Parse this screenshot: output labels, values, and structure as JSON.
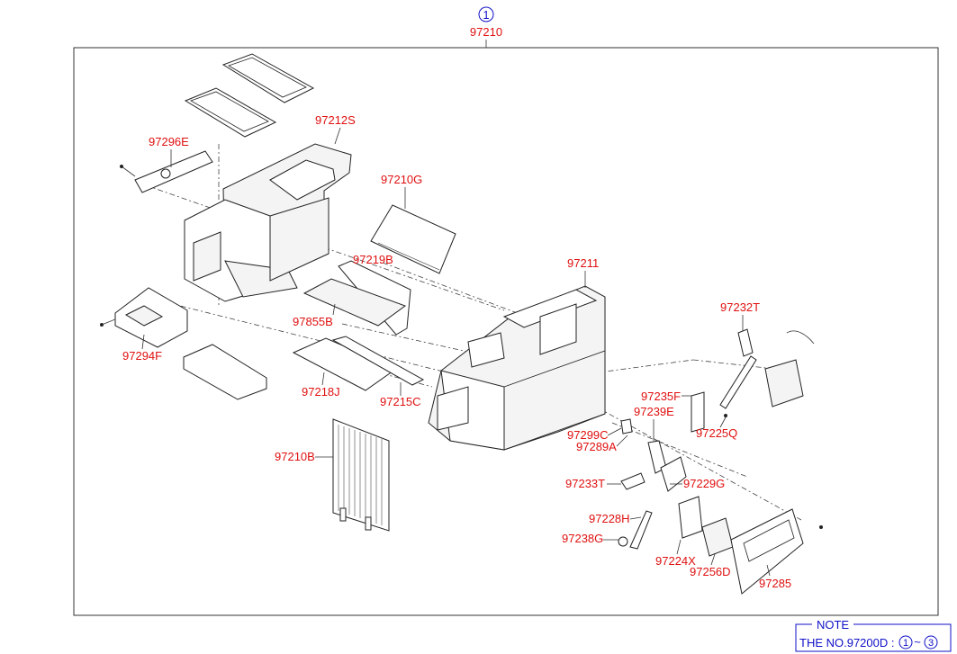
{
  "header": {
    "circled_number": "1",
    "assembly_number": "97210"
  },
  "parts": [
    {
      "id": "97212S",
      "label": "97212S"
    },
    {
      "id": "97296E",
      "label": "97296E"
    },
    {
      "id": "97210G",
      "label": "97210G"
    },
    {
      "id": "97219B",
      "label": "97219B"
    },
    {
      "id": "97211",
      "label": "97211"
    },
    {
      "id": "97855B",
      "label": "97855B"
    },
    {
      "id": "97294F",
      "label": "97294F"
    },
    {
      "id": "97232T",
      "label": "97232T"
    },
    {
      "id": "97218J",
      "label": "97218J"
    },
    {
      "id": "97215C",
      "label": "97215C"
    },
    {
      "id": "97235F",
      "label": "97235F"
    },
    {
      "id": "97239E",
      "label": "97239E"
    },
    {
      "id": "97225Q",
      "label": "97225Q"
    },
    {
      "id": "97299C",
      "label": "97299C"
    },
    {
      "id": "97289A",
      "label": "97289A"
    },
    {
      "id": "97210B",
      "label": "97210B"
    },
    {
      "id": "97233T",
      "label": "97233T"
    },
    {
      "id": "97229G",
      "label": "97229G"
    },
    {
      "id": "97228H",
      "label": "97228H"
    },
    {
      "id": "97238G",
      "label": "97238G"
    },
    {
      "id": "97224X",
      "label": "97224X"
    },
    {
      "id": "97256D",
      "label": "97256D"
    },
    {
      "id": "97285",
      "label": "97285"
    }
  ],
  "note": {
    "title": "NOTE",
    "text_prefix": "THE NO.97200D :",
    "range_start": "1",
    "range_sep": "~",
    "range_end": "3"
  },
  "colors": {
    "label": "#e01010",
    "note": "#1010c8",
    "lines": "#222222"
  }
}
